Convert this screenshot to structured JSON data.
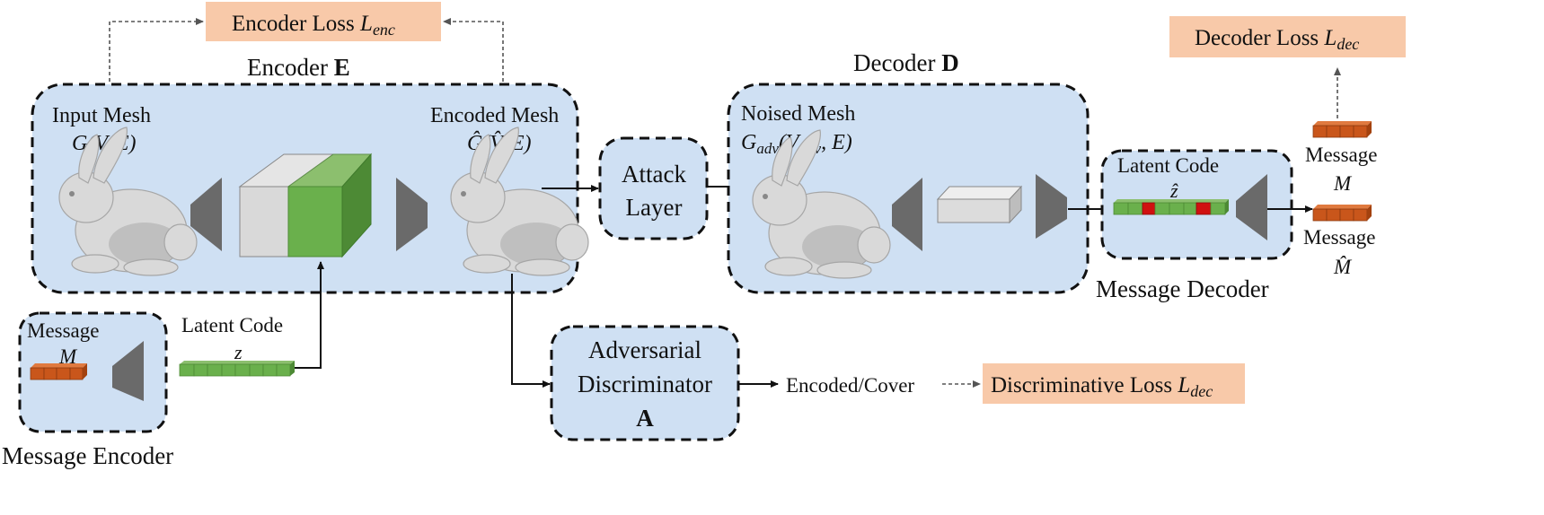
{
  "encoder_loss": "Encoder Loss",
  "encoder_loss_symbol": "L",
  "encoder_loss_sub": "enc",
  "encoder_title": "Encoder",
  "encoder_letter": "E",
  "input_mesh_label": "Input Mesh",
  "input_mesh_formula": "G(V, E)",
  "encoded_mesh_label": "Encoded Mesh",
  "encoded_mesh_formula": "Ĝ(V̂, E)",
  "attack_line1": "Attack",
  "attack_line2": "Layer",
  "decoder_title": "Decoder",
  "decoder_letter": "D",
  "noised_mesh_label": "Noised Mesh",
  "noised_G": "G",
  "noised_sub": "adv",
  "noised_V": "(V",
  "noised_tail": ", E)",
  "latent_code_label_right": "Latent Code",
  "latent_symbol_right": "ẑ",
  "message_decoder_title": "Message Decoder",
  "decoder_loss": "Decoder Loss",
  "decoder_loss_symbol": "L",
  "decoder_loss_sub": "dec",
  "message_out_label": "Message",
  "message_out_symbol": "M",
  "message_hat_label": "Message",
  "message_hat_symbol": "M̂",
  "message_in_label": "Message",
  "message_in_symbol": "M",
  "message_encoder_title": "Message Encoder",
  "latent_code_label_left": "Latent Code",
  "latent_symbol_left": "z",
  "disc_line1": "Adversarial",
  "disc_line2": "Discriminator",
  "disc_letter": "A",
  "encoded_cover": "Encoded/Cover",
  "disc_loss": "Discriminative Loss",
  "disc_loss_symbol": "L",
  "disc_loss_sub": "dec",
  "colors": {
    "box_fill": "#cfe0f3",
    "loss_fill": "#f8c9a9",
    "green": "#6ab04c",
    "orange": "#c9561b",
    "red": "#d01010",
    "gray": "#6a6a6a"
  }
}
